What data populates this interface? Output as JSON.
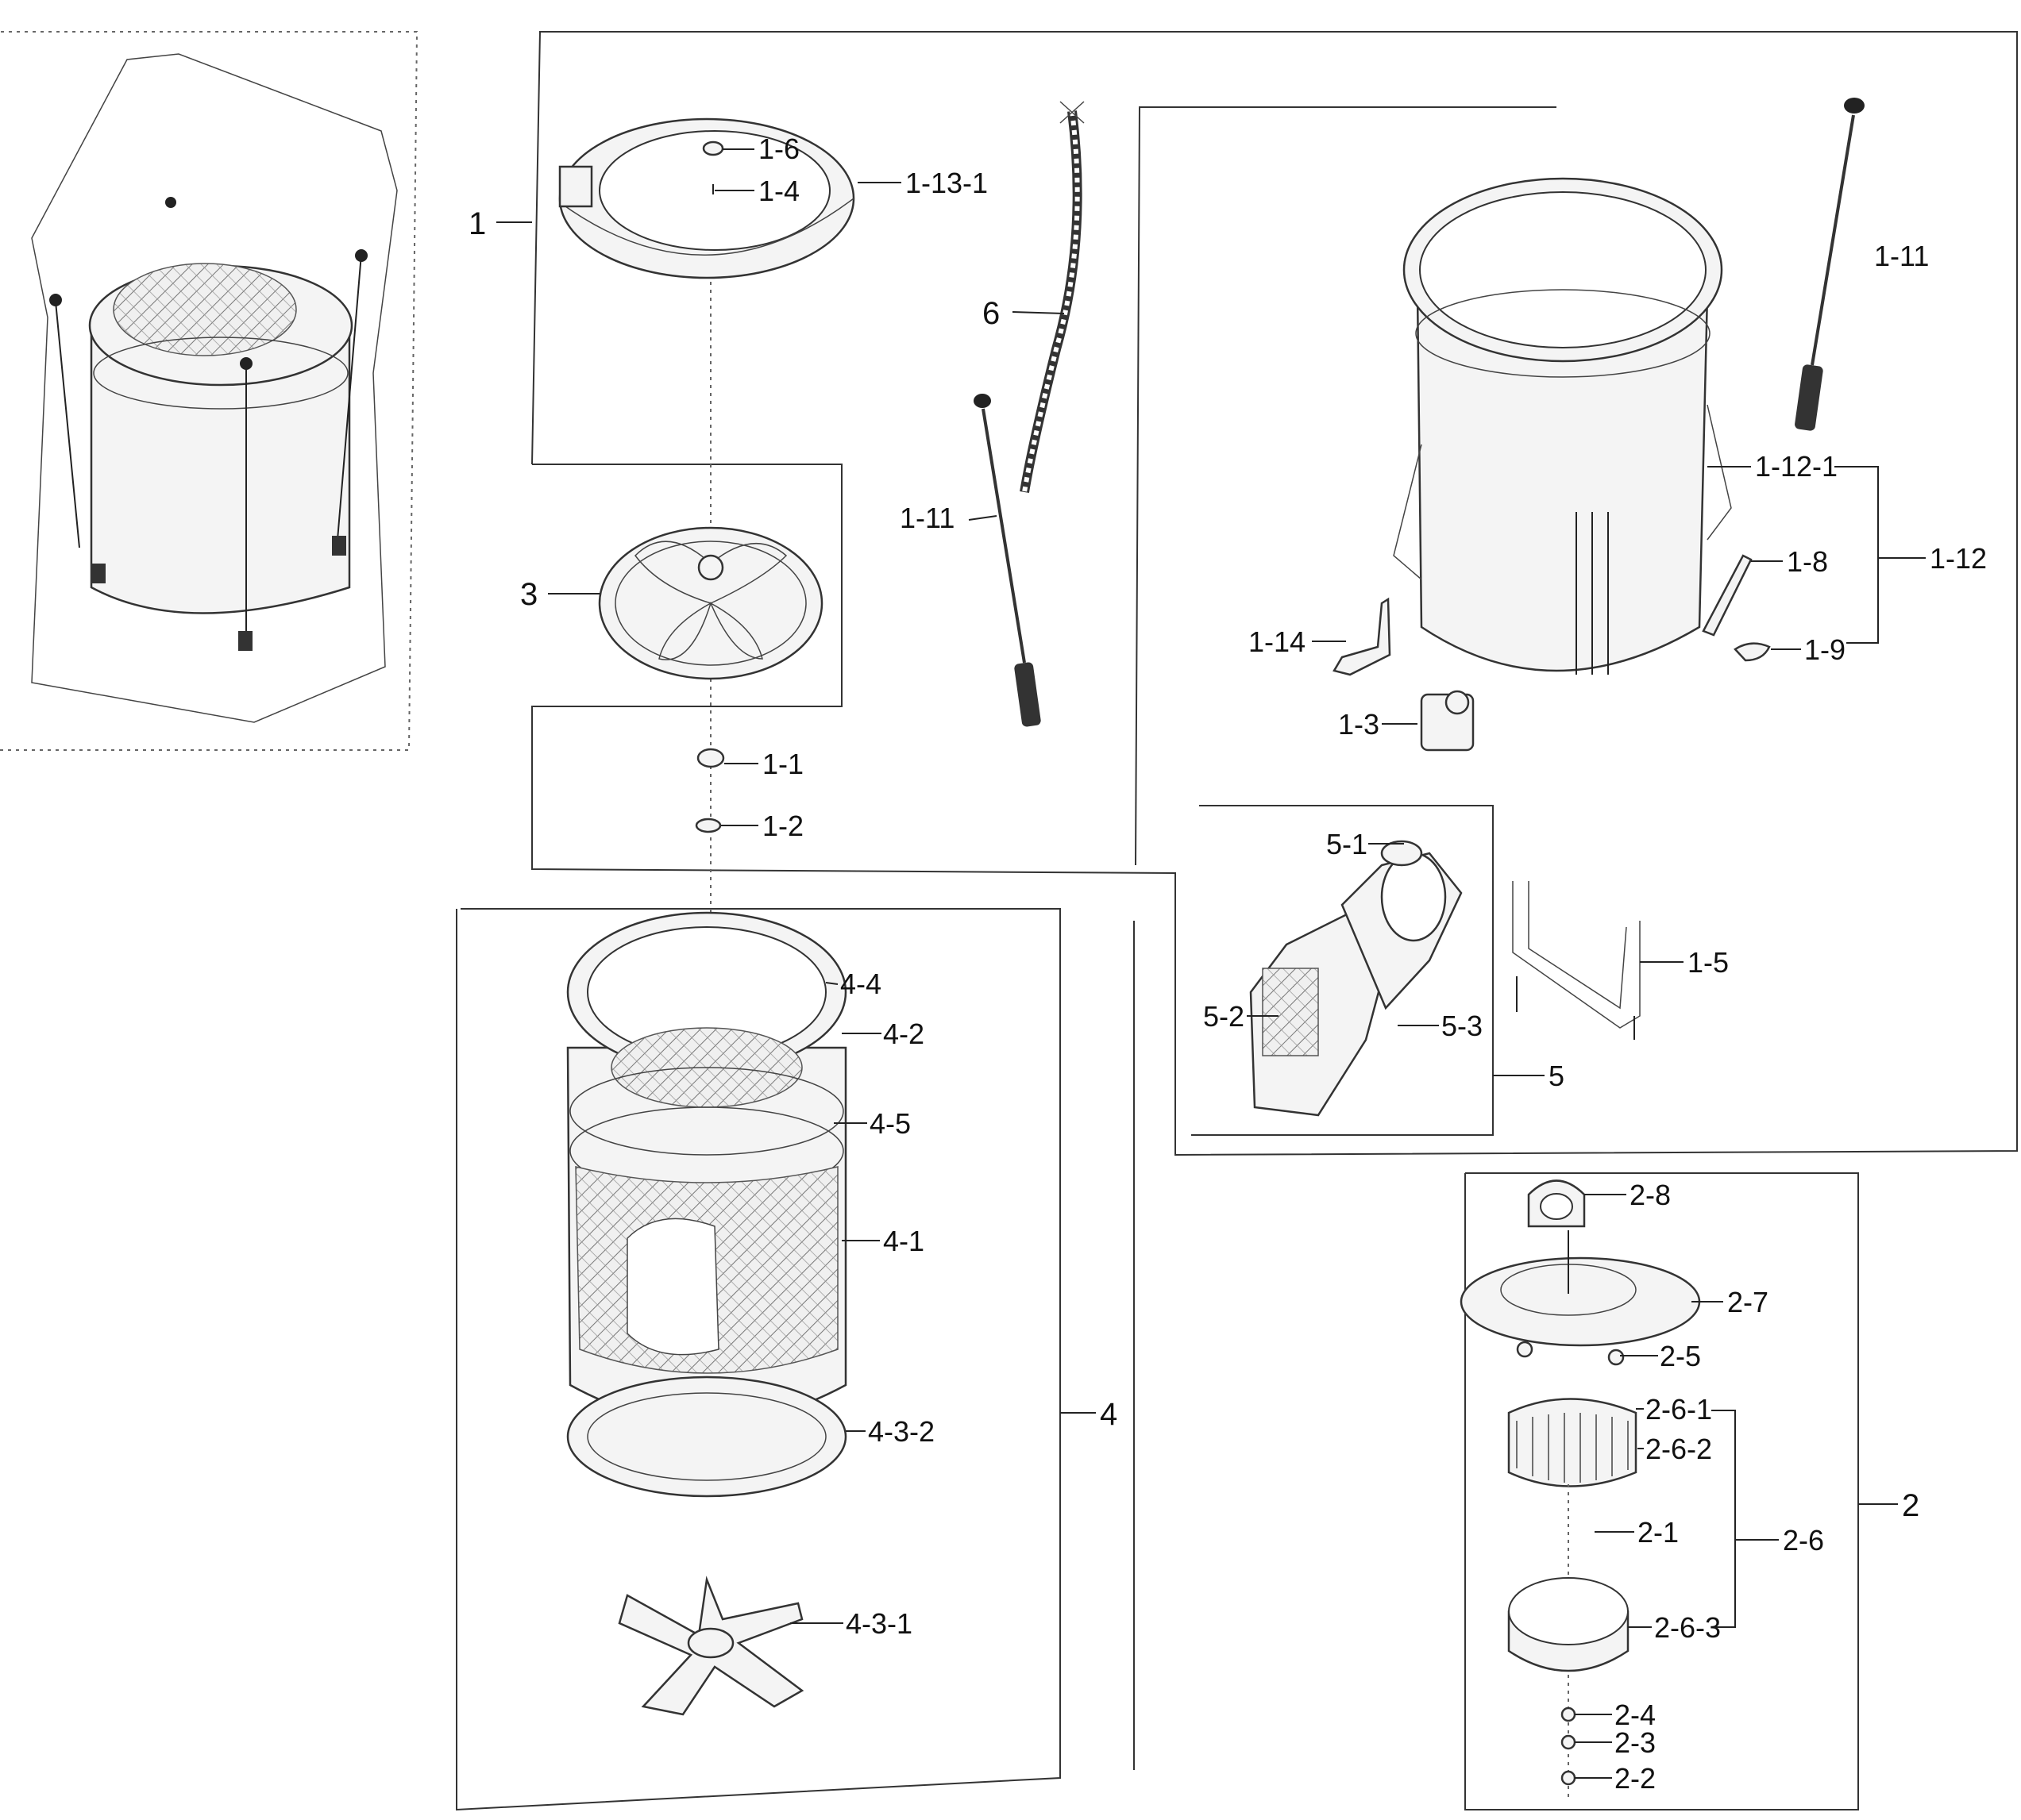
{
  "labels": {
    "l_1": "1",
    "l_1_6": "1-6",
    "l_1_4": "1-4",
    "l_1_13_1": "1-13-1",
    "l_6": "6",
    "l_1_11_a": "1-11",
    "l_1_11_b": "1-11",
    "l_3": "3",
    "l_1_1": "1-1",
    "l_1_2": "1-2",
    "l_1_12_1": "1-12-1",
    "l_1_8": "1-8",
    "l_1_12": "1-12",
    "l_1_9": "1-9",
    "l_1_14": "1-14",
    "l_1_3": "1-3",
    "l_5_1": "5-1",
    "l_1_5": "1-5",
    "l_5_2": "5-2",
    "l_5_3": "5-3",
    "l_5": "5",
    "l_4_4": "4-4",
    "l_4_2": "4-2",
    "l_4_5": "4-5",
    "l_4_1": "4-1",
    "l_4": "4",
    "l_4_3_2": "4-3-2",
    "l_4_3_1": "4-3-1",
    "l_2_8": "2-8",
    "l_2_7": "2-7",
    "l_2_5": "2-5",
    "l_2_6_1": "2-6-1",
    "l_2_6_2": "2-6-2",
    "l_2_1": "2-1",
    "l_2_6": "2-6",
    "l_2": "2",
    "l_2_6_3": "2-6-3",
    "l_2_4": "2-4",
    "l_2_3": "2-3",
    "l_2_2": "2-2"
  },
  "colors": {
    "ink": "#222222",
    "paper": "#ffffff",
    "part_fill": "#f4f4f4"
  }
}
